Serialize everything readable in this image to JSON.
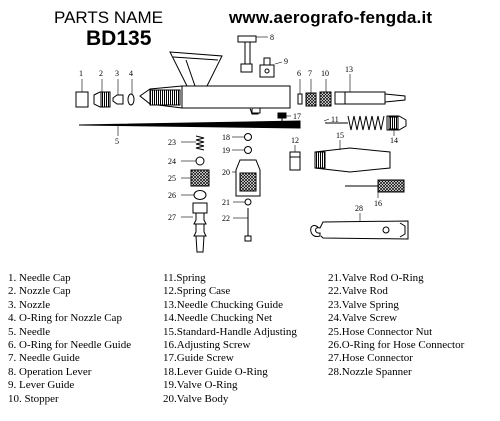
{
  "header": {
    "parts_label": "PARTS NAME",
    "model": "BD135",
    "website": "www.aerografo-fengda.it"
  },
  "callouts": [
    "1",
    "2",
    "3",
    "4",
    "5",
    "6",
    "7",
    "8",
    "9",
    "10",
    "11",
    "12",
    "13",
    "14",
    "15",
    "16",
    "17",
    "18",
    "19",
    "20",
    "21",
    "22",
    "23",
    "24",
    "25",
    "26",
    "27",
    "28"
  ],
  "legend": {
    "col1": [
      "1. Needle Cap",
      "2. Nozzle Cap",
      "3. Nozzle",
      "4. O-Ring for Nozzle Cap",
      "5. Needle",
      "6. O-Ring for Needle Guide",
      "7. Needle Guide",
      "8. Operation Lever",
      "9. Lever Guide",
      "10. Stopper"
    ],
    "col2": [
      "11.Spring",
      "12.Spring Case",
      "13.Needle Chucking Guide",
      "14.Needle Chucking Net",
      "15.Standard-Handle Adjusting",
      "16.Adjusting Screw",
      "17.Guide Screw",
      "18.Lever Guide O-Ring",
      "19.Valve O-Ring",
      "20.Valve Body"
    ],
    "col3": [
      "21.Valve Rod O-Ring",
      "22.Valve Rod",
      "23.Valve Spring",
      "24.Valve Screw",
      "25.Hose Connector Nut",
      "26.O-Ring for Hose Connector",
      "27.Hose Connector",
      "28.Nozzle Spanner"
    ]
  }
}
